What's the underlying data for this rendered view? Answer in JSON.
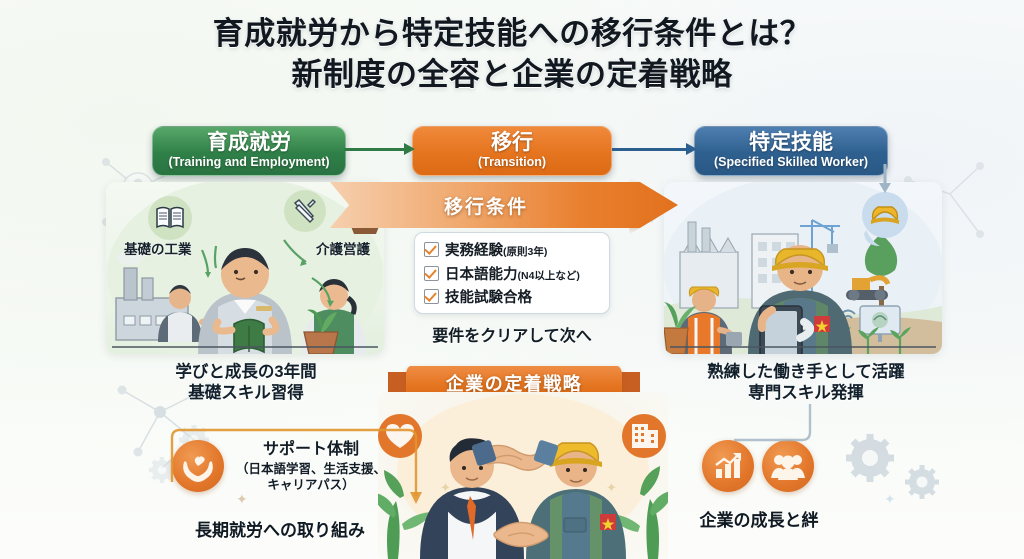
{
  "title": {
    "line1": "育成就労から特定技能への移行条件とは？",
    "line2": "新制度の全容と企業の定着戦略"
  },
  "stages": [
    {
      "jp": "育成就労",
      "en": "(Training and Employment)",
      "color": "#2f8048",
      "name": "training"
    },
    {
      "jp": "移行",
      "en": "(Transition)",
      "color": "#e5741f",
      "name": "transition"
    },
    {
      "jp": "特定技能",
      "en": "(Specified Skilled Worker)",
      "color": "#2e608f",
      "name": "ssw"
    }
  ],
  "left_panel": {
    "icon_labels": [
      "基礎の工業",
      "介護営護"
    ],
    "caption_line1": "学びと成長の3年間",
    "caption_line2": "基礎スキル習得"
  },
  "right_panel": {
    "caption_line1": "熟練した働き手として活躍",
    "caption_line2": "専門スキル発揮"
  },
  "transition": {
    "arrow_label": "移行条件",
    "checklist": [
      {
        "main": "実務経験",
        "note": "(原則3年)"
      },
      {
        "main": "日本語能力",
        "note": "(N4以上など)"
      },
      {
        "main": "技能試験合格",
        "note": ""
      }
    ],
    "clear_note": "要件をクリアして次へ"
  },
  "bottom": {
    "ribbon_label": "企業の定着戦略",
    "support_title": "サポート体制",
    "support_detail_line1": "（日本語学習、生活支援、",
    "support_detail_line2": "キャリアパス）",
    "long_term_note": "長期就労への取り組み",
    "growth_note": "企業の成長と絆"
  },
  "colors": {
    "green": "#2f8048",
    "orange": "#e5741f",
    "blue": "#2e608f",
    "background": "#fbfdfa"
  }
}
